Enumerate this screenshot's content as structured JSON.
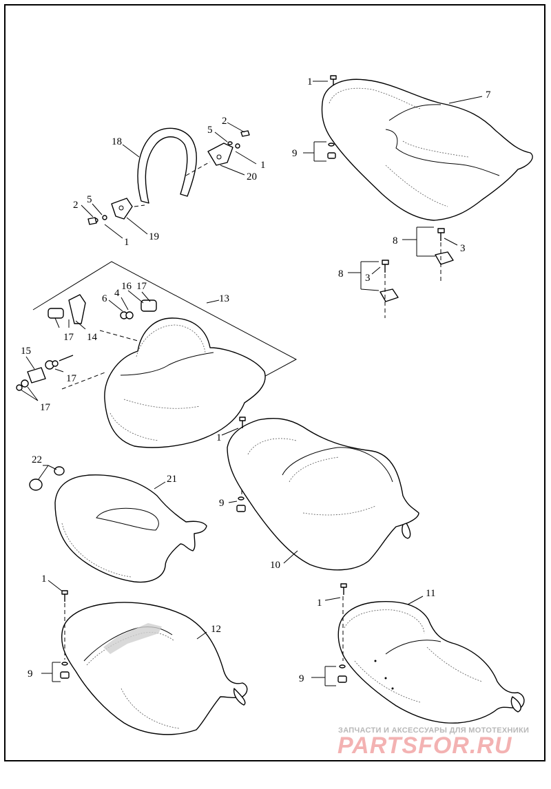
{
  "diagram": {
    "callouts": {
      "c1a": "1",
      "c7": "7",
      "c9a": "9",
      "c2a": "2",
      "c5a": "5",
      "c1b": "1",
      "c20": "20",
      "c18": "18",
      "c2b": "2",
      "c5b": "5",
      "c1c": "1",
      "c19": "19",
      "c8a": "8",
      "c3a": "3",
      "c8b": "8",
      "c3b": "3",
      "c16": "16",
      "c17a": "17",
      "c6": "6",
      "c4": "4",
      "c13": "13",
      "c17b": "17",
      "c14": "14",
      "c15": "15",
      "c17c": "17",
      "c17d": "17",
      "c1d": "1",
      "c9b": "9",
      "c10": "10",
      "c22": "22",
      "c21": "21",
      "c1e": "1",
      "c12": "12",
      "c9c": "9",
      "c1f": "1",
      "c11": "11",
      "c9d": "9"
    }
  },
  "watermark": {
    "tagline": "ЗАПЧАСТИ И АКСЕССУАРЫ ДЛЯ МОТОТЕХНИКИ",
    "logo": "PARTSFOR.RU"
  }
}
